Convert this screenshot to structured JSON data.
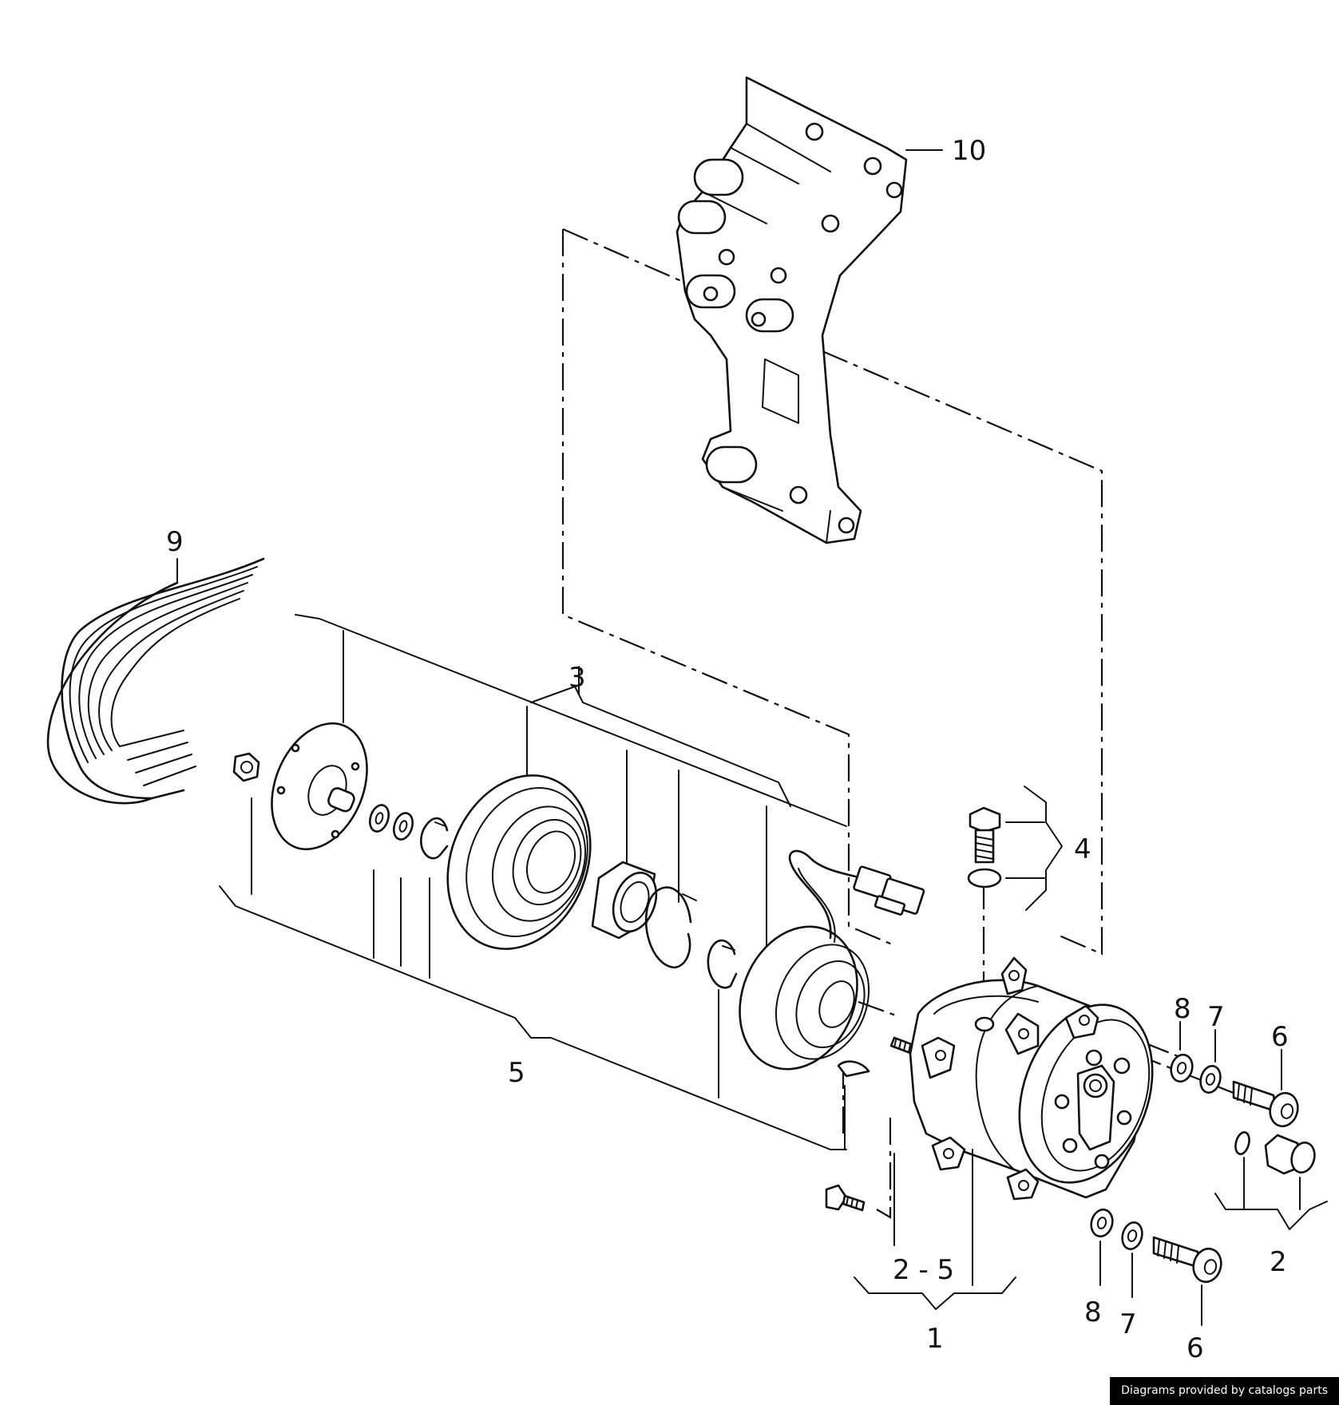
{
  "callouts": {
    "c1": "1",
    "c2a": "2",
    "c2_5": "2 - 5",
    "c3": "3",
    "c4": "4",
    "c5": "5",
    "c6a": "6",
    "c6b": "6",
    "c7a": "7",
    "c7b": "7",
    "c8a": "8",
    "c8b": "8",
    "c9": "9",
    "c10": "10"
  },
  "credit": "Diagrams provided by catalogs parts",
  "colors": {
    "line": "#111111",
    "background": "#ffffff",
    "credit_bg": "#000000",
    "credit_text": "#ffffff"
  }
}
